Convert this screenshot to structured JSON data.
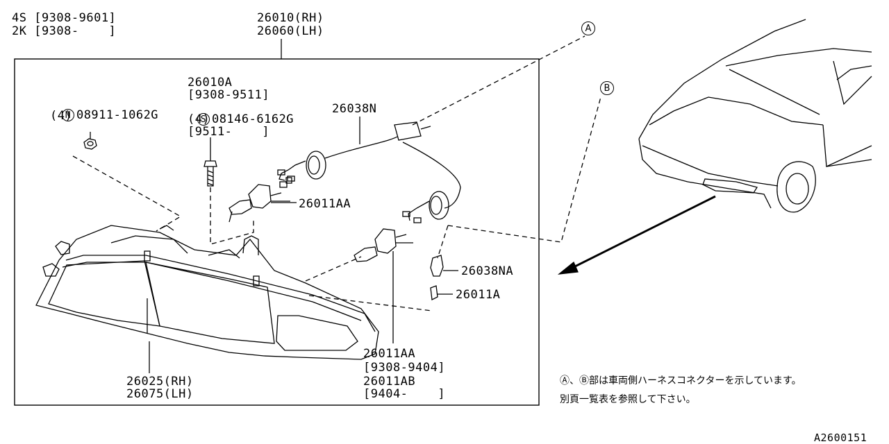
{
  "models": {
    "line1": "4S [9308-9601]",
    "line2": "2K [9308-    ]"
  },
  "assembly": {
    "rh": "26010(RH)",
    "lh": "26060(LH)"
  },
  "parts": {
    "nut": {
      "symbol": "N",
      "number": "08911-1062G",
      "qty": "(4)"
    },
    "screw": {
      "alt_number": "26010A",
      "alt_range": "[9308-9511]",
      "symbol": "S",
      "number": "08146-6162G",
      "qty": "(4)",
      "range": "[9511-    ]"
    },
    "harness": "26038N",
    "bulb_upper": "26011AA",
    "socket": "26038NA",
    "small_bulb": "26011A",
    "bulb_lower": {
      "number1": "26011AA",
      "range1": "[9308-9404]",
      "number2": "26011AB",
      "range2": "[9404-    ]"
    },
    "lamp_housing": {
      "rh": "26025(RH)",
      "lh": "26075(LH)"
    }
  },
  "callouts": {
    "a": "A",
    "b": "B"
  },
  "note": {
    "line1": "Ⓐ、Ⓑ部は車両側ハーネスコネクターを示しています。",
    "line2": "別頁一覧表を参照して下さい。"
  },
  "figure_id": "A2600151"
}
